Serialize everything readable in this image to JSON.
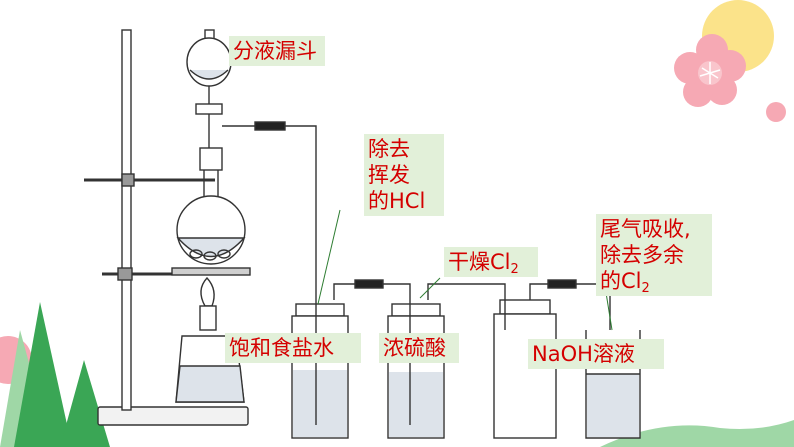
{
  "labels": {
    "separatory_funnel": "分液漏斗",
    "remove_hcl": "除去\n挥发\n的HCl",
    "dry_prefix": "干燥Cl",
    "dry_sub": "2",
    "tail_main": "尾气吸收,\n除去多余\n的Cl",
    "tail_sub": "2",
    "saturated_brine": "饱和食盐水",
    "conc_sulfuric": "浓硫酸",
    "naoh_solution": "NaOH溶液"
  },
  "colors": {
    "label_bg": "#e2f0d9",
    "label_text": "#d40000",
    "line": "#333333",
    "liquid": "#dde3ea",
    "grass": "#3aa655",
    "grass_light": "#9fd7a6",
    "flower": "#f6a9b4",
    "sun": "#fbe38a"
  }
}
